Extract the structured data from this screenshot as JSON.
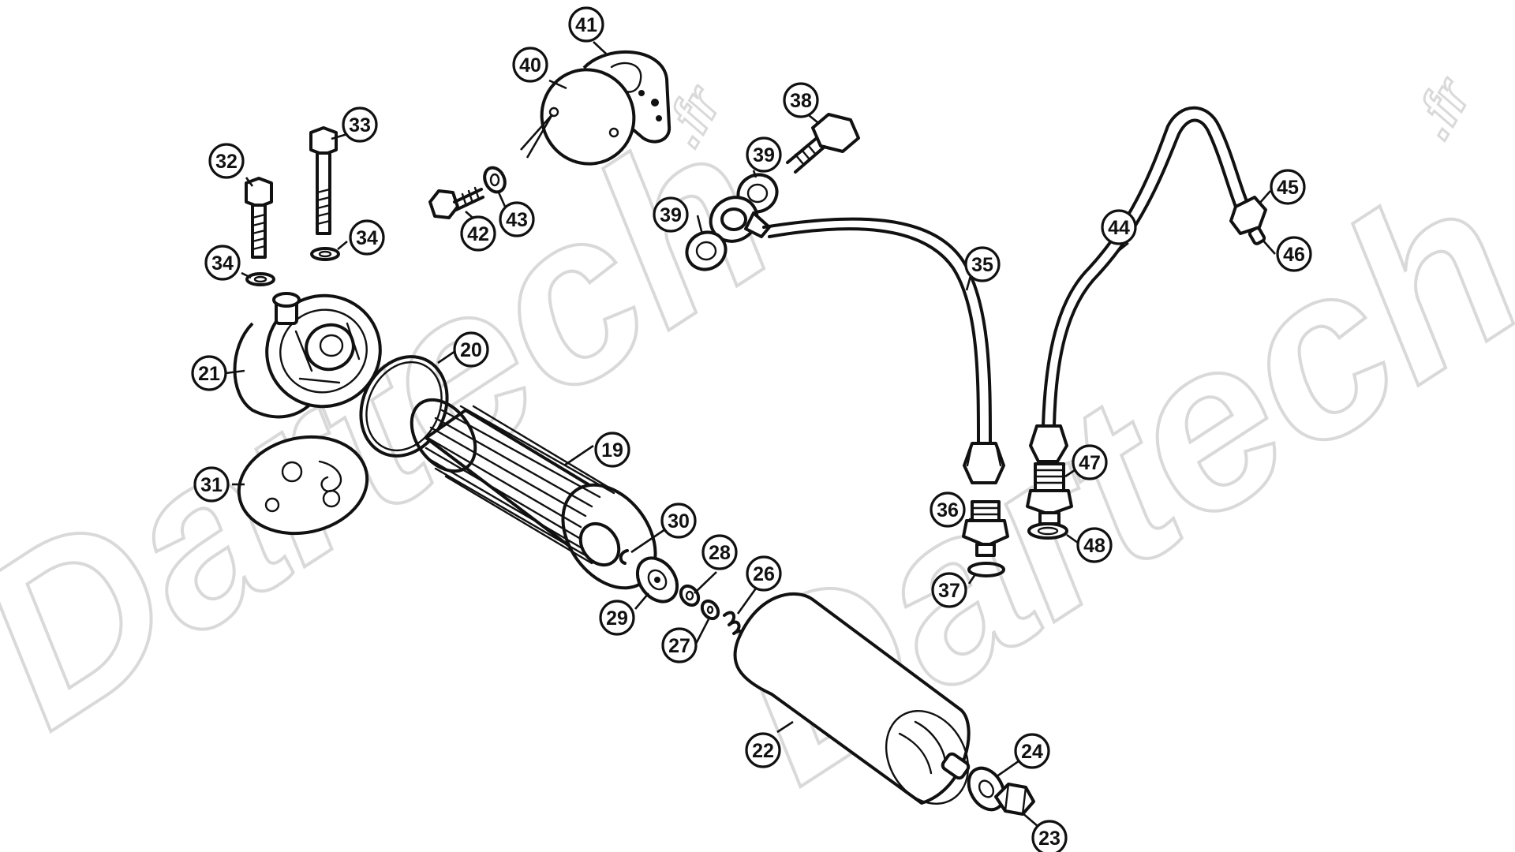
{
  "watermark": {
    "brand": "Dartech",
    "suffix": ".fr",
    "color": "#d9d9d9"
  },
  "callouts": [
    {
      "id": "c19",
      "label": "19"
    },
    {
      "id": "c20",
      "label": "20"
    },
    {
      "id": "c21",
      "label": "21"
    },
    {
      "id": "c22",
      "label": "22"
    },
    {
      "id": "c23",
      "label": "23"
    },
    {
      "id": "c24",
      "label": "24"
    },
    {
      "id": "c26",
      "label": "26"
    },
    {
      "id": "c27",
      "label": "27"
    },
    {
      "id": "c28",
      "label": "28"
    },
    {
      "id": "c29",
      "label": "29"
    },
    {
      "id": "c30",
      "label": "30"
    },
    {
      "id": "c31",
      "label": "31"
    },
    {
      "id": "c32",
      "label": "32"
    },
    {
      "id": "c33",
      "label": "33"
    },
    {
      "id": "c34a",
      "label": "34"
    },
    {
      "id": "c34b",
      "label": "34"
    },
    {
      "id": "c35",
      "label": "35"
    },
    {
      "id": "c36",
      "label": "36"
    },
    {
      "id": "c37",
      "label": "37"
    },
    {
      "id": "c38",
      "label": "38"
    },
    {
      "id": "c39a",
      "label": "39"
    },
    {
      "id": "c39b",
      "label": "39"
    },
    {
      "id": "c40",
      "label": "40"
    },
    {
      "id": "c41",
      "label": "41"
    },
    {
      "id": "c42",
      "label": "42"
    },
    {
      "id": "c43",
      "label": "43"
    },
    {
      "id": "c44",
      "label": "44"
    },
    {
      "id": "c45",
      "label": "45"
    },
    {
      "id": "c46",
      "label": "46"
    },
    {
      "id": "c47",
      "label": "47"
    },
    {
      "id": "c48",
      "label": "48"
    }
  ]
}
